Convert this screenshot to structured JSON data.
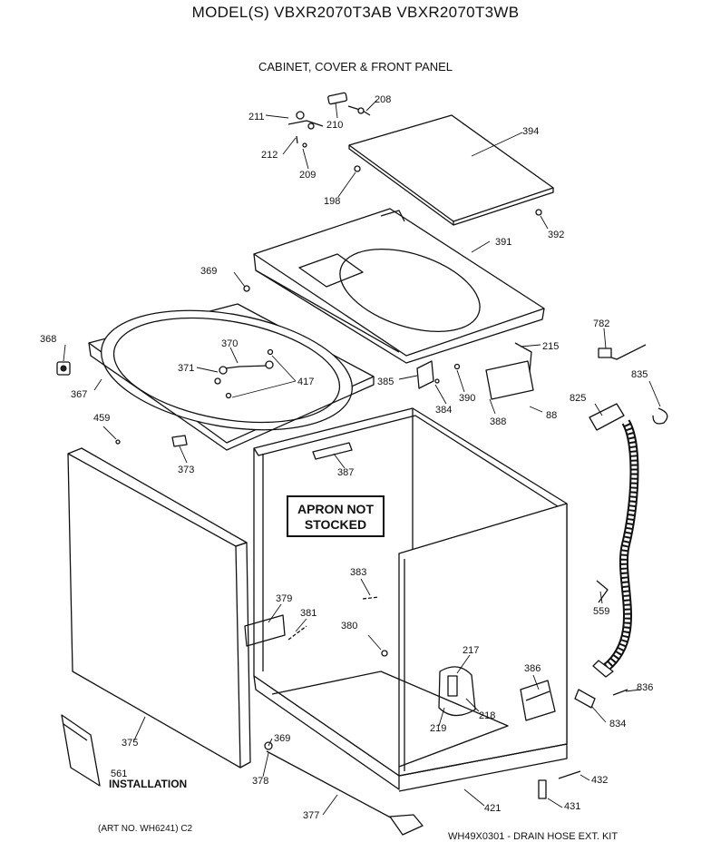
{
  "header": {
    "model_title": "MODEL(S) VBXR2070T3AB  VBXR2070T3WB",
    "section_title": "CABINET, COVER & FRONT PANEL"
  },
  "notes": {
    "apron_line1": "APRON NOT",
    "apron_line2": "STOCKED",
    "installation_number": "561",
    "installation_label": "INSTALLATION",
    "art_number": "(ART NO. WH6241) C2",
    "kit_note": "WH49X0301 - DRAIN HOSE EXT. KIT"
  },
  "parts": {
    "p211": "211",
    "p210": "210",
    "p208": "208",
    "p212": "212",
    "p209": "209",
    "p198": "198",
    "p394": "394",
    "p392": "392",
    "p391": "391",
    "p369a": "369",
    "p368": "368",
    "p370": "370",
    "p371": "371",
    "p417": "417",
    "p367": "367",
    "p385": "385",
    "p384": "384",
    "p390": "390",
    "p388": "388",
    "p88": "88",
    "p215": "215",
    "p782": "782",
    "p835": "835",
    "p825": "825",
    "p459": "459",
    "p373": "373",
    "p387": "387",
    "p383": "383",
    "p379": "379",
    "p381": "381",
    "p380": "380",
    "p559": "559",
    "p217": "217",
    "p386": "386",
    "p836": "836",
    "p218": "218",
    "p219": "219",
    "p834": "834",
    "p375": "375",
    "p369b": "369",
    "p378": "378",
    "p377": "377",
    "p421": "421",
    "p432": "432",
    "p431": "431"
  }
}
